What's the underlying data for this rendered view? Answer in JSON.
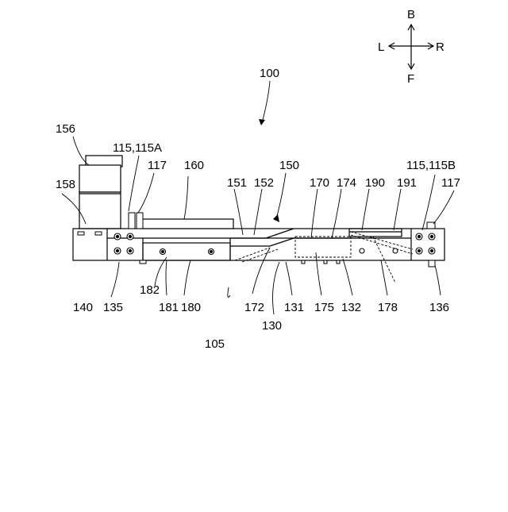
{
  "compass": {
    "up": "B",
    "down": "F",
    "left": "L",
    "right": "R"
  },
  "labels": {
    "l100": "100",
    "l105": "105",
    "l156": "156",
    "l158": "158",
    "l115a": "115,115A",
    "l117a": "117",
    "l160": "160",
    "l150": "150",
    "l151": "151",
    "l152": "152",
    "l170": "170",
    "l174": "174",
    "l190": "190",
    "l191": "191",
    "l115b": "115,115B",
    "l117b": "117",
    "l182": "182",
    "l140": "140",
    "l135": "135",
    "l181": "181",
    "l180": "180",
    "l172": "172",
    "l130": "130",
    "l131": "131",
    "l175": "175",
    "l132": "132",
    "l178": "178",
    "l136": "136"
  },
  "colors": {
    "line": "#000000",
    "background": "#ffffff"
  }
}
